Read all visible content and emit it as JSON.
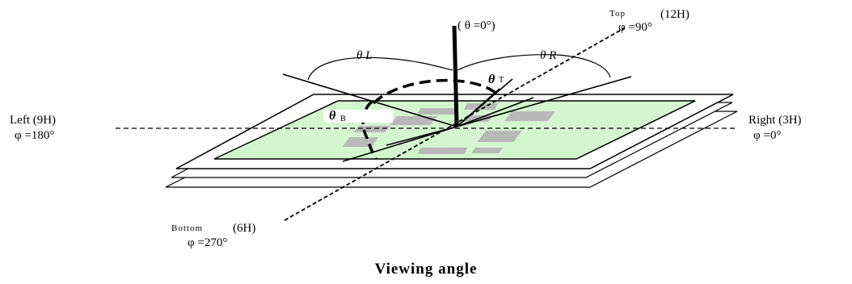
{
  "diagram": {
    "caption": "Viewing angle",
    "labels": {
      "theta_zero": "( θ =0°)",
      "top_name": "Top",
      "top_hour": "(12H)",
      "top_phi": "φ =90°",
      "left_name": "Left (9H)",
      "left_phi": "φ =180°",
      "right_name": "Right (3H)",
      "right_phi": "φ =0°",
      "bottom_name": "Bottom",
      "bottom_hour": "(6H)",
      "bottom_phi": "φ =270°",
      "theta_l": "θ L",
      "theta_r": "θ R",
      "theta_t": "θ",
      "theta_t_sub": "T",
      "theta_b": "θ",
      "theta_b_sub": "B"
    },
    "colors": {
      "screen": "#d4f6cf",
      "frame": "#ffffff",
      "pattern": "#b8b8b8",
      "line": "#000000"
    }
  }
}
